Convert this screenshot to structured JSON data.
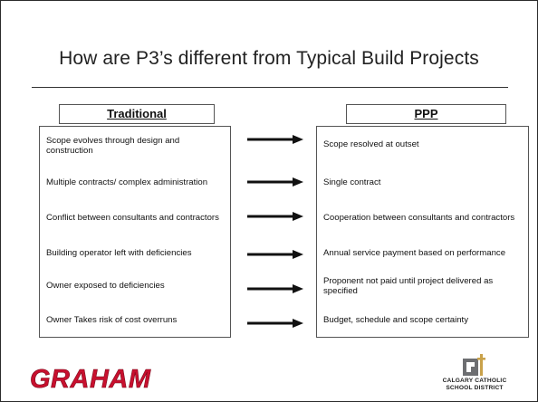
{
  "slide": {
    "title": "How are P3’s different from Typical Build Projects"
  },
  "columns": {
    "left_header": "Traditional",
    "right_header": "PPP"
  },
  "rows": [
    {
      "traditional": "Scope evolves through design and construction",
      "ppp": "Scope resolved at outset"
    },
    {
      "traditional": "Multiple contracts/ complex administration",
      "ppp": "Single contract"
    },
    {
      "traditional": "Conflict between consultants and contractors",
      "ppp": "Cooperation between consultants and contractors"
    },
    {
      "traditional": "Building operator left with deficiencies",
      "ppp": "Annual service payment based on performance"
    },
    {
      "traditional": "Owner exposed to deficiencies",
      "ppp": "Proponent not paid until project delivered as specified"
    },
    {
      "traditional": "Owner Takes risk of cost overruns",
      "ppp": "Budget, schedule and scope certainty"
    }
  ],
  "logos": {
    "graham": "GRAHAM",
    "cssd_line1": "CALGARY CATHOLIC",
    "cssd_line2": "SCHOOL DISTRICT"
  },
  "colors": {
    "graham_red": "#c8102e",
    "cssd_gold": "#c9a24a",
    "cssd_grey": "#6d6e71"
  },
  "icons": {
    "arrow": "arrow-right-icon"
  }
}
